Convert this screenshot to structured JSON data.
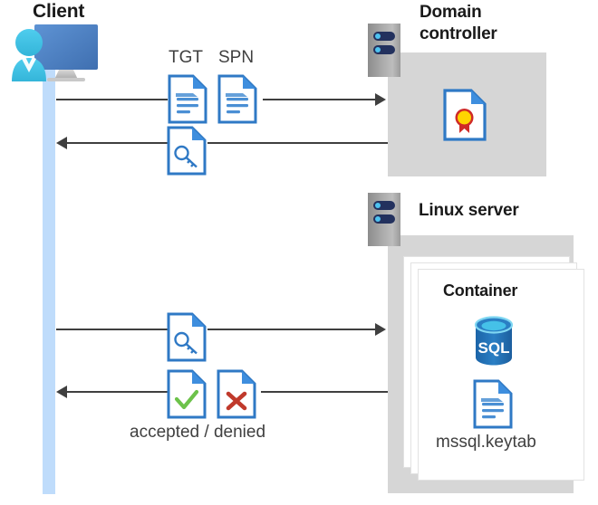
{
  "diagram": {
    "title": "Kerberos authentication flow between client, domain controller and Linux server container",
    "type": "sequence-architecture-diagram"
  },
  "actors": {
    "client": {
      "label": "Client",
      "icon": "user-monitor-icon",
      "lifeline_color": "#bfdcfb"
    },
    "domain_controller": {
      "label": "Domain\ncontroller",
      "label_line1": "Domain",
      "label_line2": "controller",
      "icon": "server-rack-icon",
      "panel_color": "#d6d6d6",
      "contents": [
        {
          "name": "certificate",
          "icon": "certificate-document-icon"
        }
      ]
    },
    "linux_server": {
      "label": "Linux server",
      "icon": "server-rack-icon",
      "panel_color": "#d6d6d6",
      "container": {
        "label": "Container",
        "stack_count": 3,
        "items": [
          {
            "name": "sql-database",
            "icon": "sql-database-icon",
            "text": "SQL"
          },
          {
            "name": "keytab-file",
            "icon": "document-icon",
            "label": "mssql.keytab"
          }
        ]
      }
    }
  },
  "messages": [
    {
      "id": "msg-1",
      "direction": "right",
      "from": "client",
      "to": "domain_controller",
      "artifacts": [
        {
          "label": "TGT",
          "icon": "document-icon"
        },
        {
          "label": "SPN",
          "icon": "document-icon"
        }
      ]
    },
    {
      "id": "msg-2",
      "direction": "left",
      "from": "domain_controller",
      "to": "client",
      "artifacts": [
        {
          "label": "",
          "icon": "key-document-icon"
        }
      ]
    },
    {
      "id": "msg-3",
      "direction": "right",
      "from": "client",
      "to": "linux_server",
      "artifacts": [
        {
          "label": "",
          "icon": "key-document-icon"
        }
      ]
    },
    {
      "id": "msg-4",
      "direction": "left",
      "from": "linux_server",
      "to": "client",
      "caption": "accepted / denied",
      "artifacts": [
        {
          "label": "",
          "icon": "check-document-icon"
        },
        {
          "label": "",
          "icon": "cross-document-icon"
        }
      ]
    }
  ],
  "colors": {
    "accent_blue": "#2f79c5",
    "doc_fold_blue": "#3e8ede",
    "panel_gray": "#d6d6d6",
    "lifeline_blue": "#bfdcfb",
    "arrow_gray": "#3f3f3f",
    "check_green": "#6cc24a",
    "cross_red": "#c0392b",
    "cert_gold": "#ffd400",
    "cert_red": "#cf2a27",
    "sql_blue": "#1f6fb5",
    "sql_top_cyan": "#45c1e8",
    "person_cyan": "#41c4ea",
    "monitor_blue": "#4a7fc1",
    "text_dark": "#1a1a1a",
    "text_gray": "#404040"
  }
}
